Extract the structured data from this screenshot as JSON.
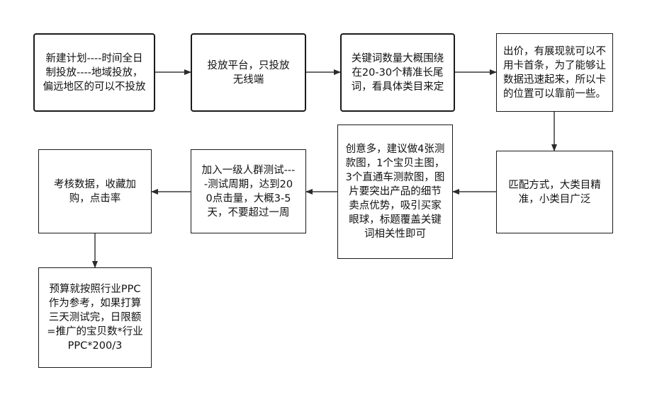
{
  "nodes": [
    {
      "id": "n1",
      "text": "新建计划----时间全日制投放----地域投放，偏远地区的可以不投放"
    },
    {
      "id": "n2",
      "text": "投放平台，只投放无线端"
    },
    {
      "id": "n3",
      "text": "关键词数量大概围绕在20-30个精准长尾词，看具体类目来定"
    },
    {
      "id": "n4",
      "text": "出价，有展现就可以不用卡首条，为了能够让数据迅速起来，所以卡的位置可以靠前一些。"
    },
    {
      "id": "n5",
      "text": "匹配方式，大类目精准，小类目广泛"
    },
    {
      "id": "n6",
      "text": "创意多，建议做4张测款图，1个宝贝主图，3个直通车测款图，图片要突出产品的细节卖点优势，吸引买家眼球，标题覆盖关键词相关性即可"
    },
    {
      "id": "n7",
      "text": "加入一级人群测试----测试周期，达到200点击量，大概3-5天，不要超过一周"
    },
    {
      "id": "n8",
      "text": "考核数据，收藏加购，点击率"
    },
    {
      "id": "n9",
      "text": "预算就按照行业PPC作为参考，如果打算三天测试完，日限额=推广的宝贝数*行业PPC*200/3"
    }
  ],
  "edges": [
    {
      "from": "n1",
      "to": "n2"
    },
    {
      "from": "n2",
      "to": "n3"
    },
    {
      "from": "n3",
      "to": "n4"
    },
    {
      "from": "n4",
      "to": "n5"
    },
    {
      "from": "n5",
      "to": "n6"
    },
    {
      "from": "n6",
      "to": "n7"
    },
    {
      "from": "n7",
      "to": "n8"
    },
    {
      "from": "n8",
      "to": "n9"
    }
  ],
  "colors": {
    "line": "#3a3a3a",
    "border": "#1a1a1a",
    "text": "#111111",
    "background": "#ffffff"
  }
}
